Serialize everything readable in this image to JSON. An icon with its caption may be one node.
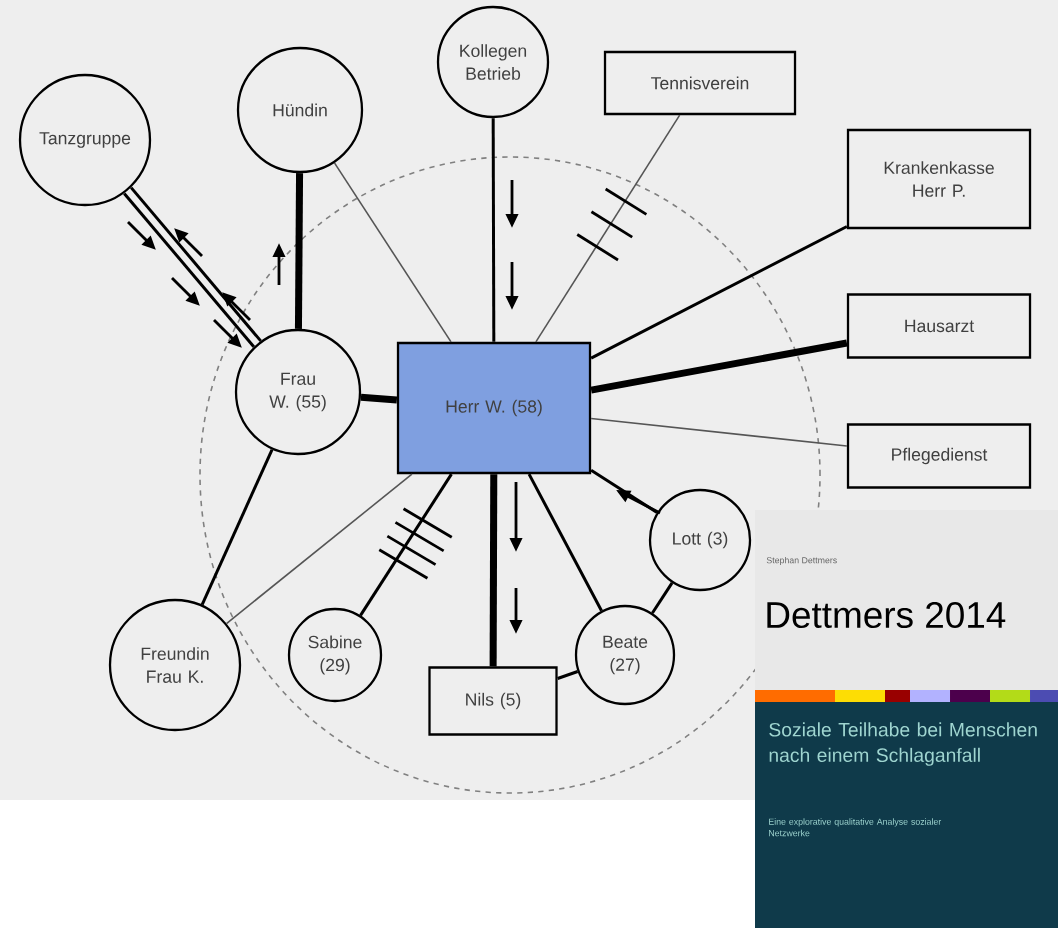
{
  "diagram": {
    "nodes": [
      {
        "text": [
          "Tanzgruppe"
        ]
      },
      {
        "text": [
          "Hündin"
        ]
      },
      {
        "text": [
          "Kollegen Betrieb"
        ]
      },
      {
        "text": [
          "Tennisverein"
        ]
      },
      {
        "text": [
          "Krankenkasse Herr P."
        ]
      },
      {
        "text": [
          "Hausarzt"
        ]
      },
      {
        "text": [
          "Frau W. (55)"
        ]
      },
      {
        "text": [
          "Herr W. (58)"
        ]
      },
      {
        "text": [
          "Pflegedienst"
        ]
      },
      {
        "text": [
          "Lott (3)"
        ]
      },
      {
        "text": [
          "Freundin Frau K."
        ]
      },
      {
        "text": [
          "Sabine (29)"
        ]
      },
      {
        "text": [
          "Beate (27)"
        ]
      },
      {
        "text": [
          "Nils (5)"
        ]
      }
    ],
    "edges": [
      {
        "from": 0,
        "to": 6,
        "arrow": "none"
      },
      {
        "from": 0,
        "to": 6,
        "arrow": "none"
      },
      {
        "from": 1,
        "to": 6,
        "arrow": "none",
        "style": "thick"
      },
      {
        "from": 1,
        "to": 7,
        "arrow": "none",
        "color": "#555555"
      },
      {
        "from": 2,
        "to": 7,
        "arrow": "none"
      },
      {
        "from": 3,
        "to": 7,
        "arrow": "none",
        "color": "#555555"
      },
      {
        "from": 4,
        "to": 7,
        "arrow": "none"
      },
      {
        "from": 5,
        "to": 7,
        "arrow": "none",
        "style": "thick"
      },
      {
        "from": 8,
        "to": 7,
        "arrow": "none",
        "color": "#555555"
      },
      {
        "from": 6,
        "to": 7,
        "arrow": "none",
        "style": "thick"
      },
      {
        "from": 9,
        "to": 7,
        "arrow": "none"
      },
      {
        "from": 6,
        "to": 10,
        "arrow": "none"
      },
      {
        "from": 10,
        "to": 7,
        "arrow": "none",
        "color": "#555555"
      },
      {
        "from": 11,
        "to": 7,
        "arrow": "none"
      },
      {
        "from": 12,
        "to": 7,
        "arrow": "none"
      },
      {
        "from": 13,
        "to": 7,
        "arrow": "none",
        "style": "thick"
      },
      {
        "from": 13,
        "to": 12,
        "arrow": "none"
      },
      {
        "from": 12,
        "to": 9,
        "arrow": "none"
      }
    ],
    "labels": [
      "Stephan Dettmers",
      "Dettmers 2014",
      "Soziale Teilhabe bei Menschen nach einem Schlaganfall",
      "Eine explorative qualitative Analyse sozialer Netzwerke"
    ]
  }
}
